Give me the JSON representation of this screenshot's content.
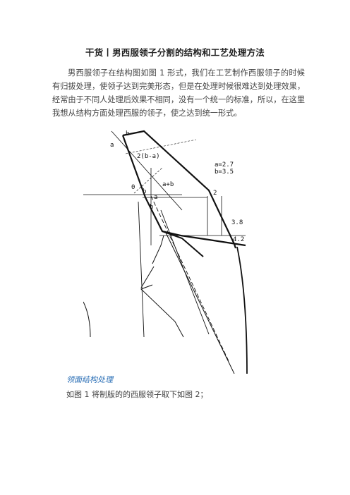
{
  "article": {
    "title": "干货丨男西服领子分割的结构和工艺处理方法",
    "intro": "男西服领子在结构图如图 1 形式，我们在工艺制作西服领子的时候有归拔处理，使领子达到完美形态，但是在处理时候很难达到处理效果，经常由于不同人处理后效果不相同，没有一个统一的标准，所以，在这里我想从结构方面处理西服的领子，使之达到统一形式。",
    "caption": "领面结构处理",
    "body_line": "如图 1 将制版的的西服领子取下如图 2；"
  },
  "figure": {
    "labels": {
      "b_top": "b",
      "a_top": "a",
      "two_b_minus_a": "2(b-a)",
      "a_value": "a=2.7",
      "b_value": "b=3.5",
      "zero": "0",
      "b_mid": "b",
      "a_plus_b": "a+b",
      "a_small": "a",
      "b_small": "b",
      "two": "2",
      "three_eight": "3.8",
      "four_two": "4.2"
    }
  }
}
